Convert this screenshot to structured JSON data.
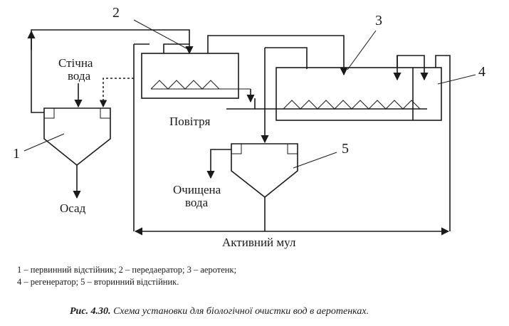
{
  "labels": {
    "wastewater_line1": "Стічна",
    "wastewater_line2": "вода",
    "air": "Повітря",
    "sludge": "Осад",
    "treated_line1": "Очищена",
    "treated_line2": "вода",
    "active_sludge": "Активний мул"
  },
  "numbers": {
    "n1": "1",
    "n2": "2",
    "n3": "3",
    "n4": "4",
    "n5": "5"
  },
  "legend": {
    "line1": "1 – первинний відстійник; 2 – передаератор; 3 – аеротенк;",
    "line2": "4 – регенератор; 5 – вторинний відстійник."
  },
  "caption": {
    "prefix": "Рис. 4.30.",
    "text": " Схема установки для біологічної очистки вод в аеротенках."
  }
}
